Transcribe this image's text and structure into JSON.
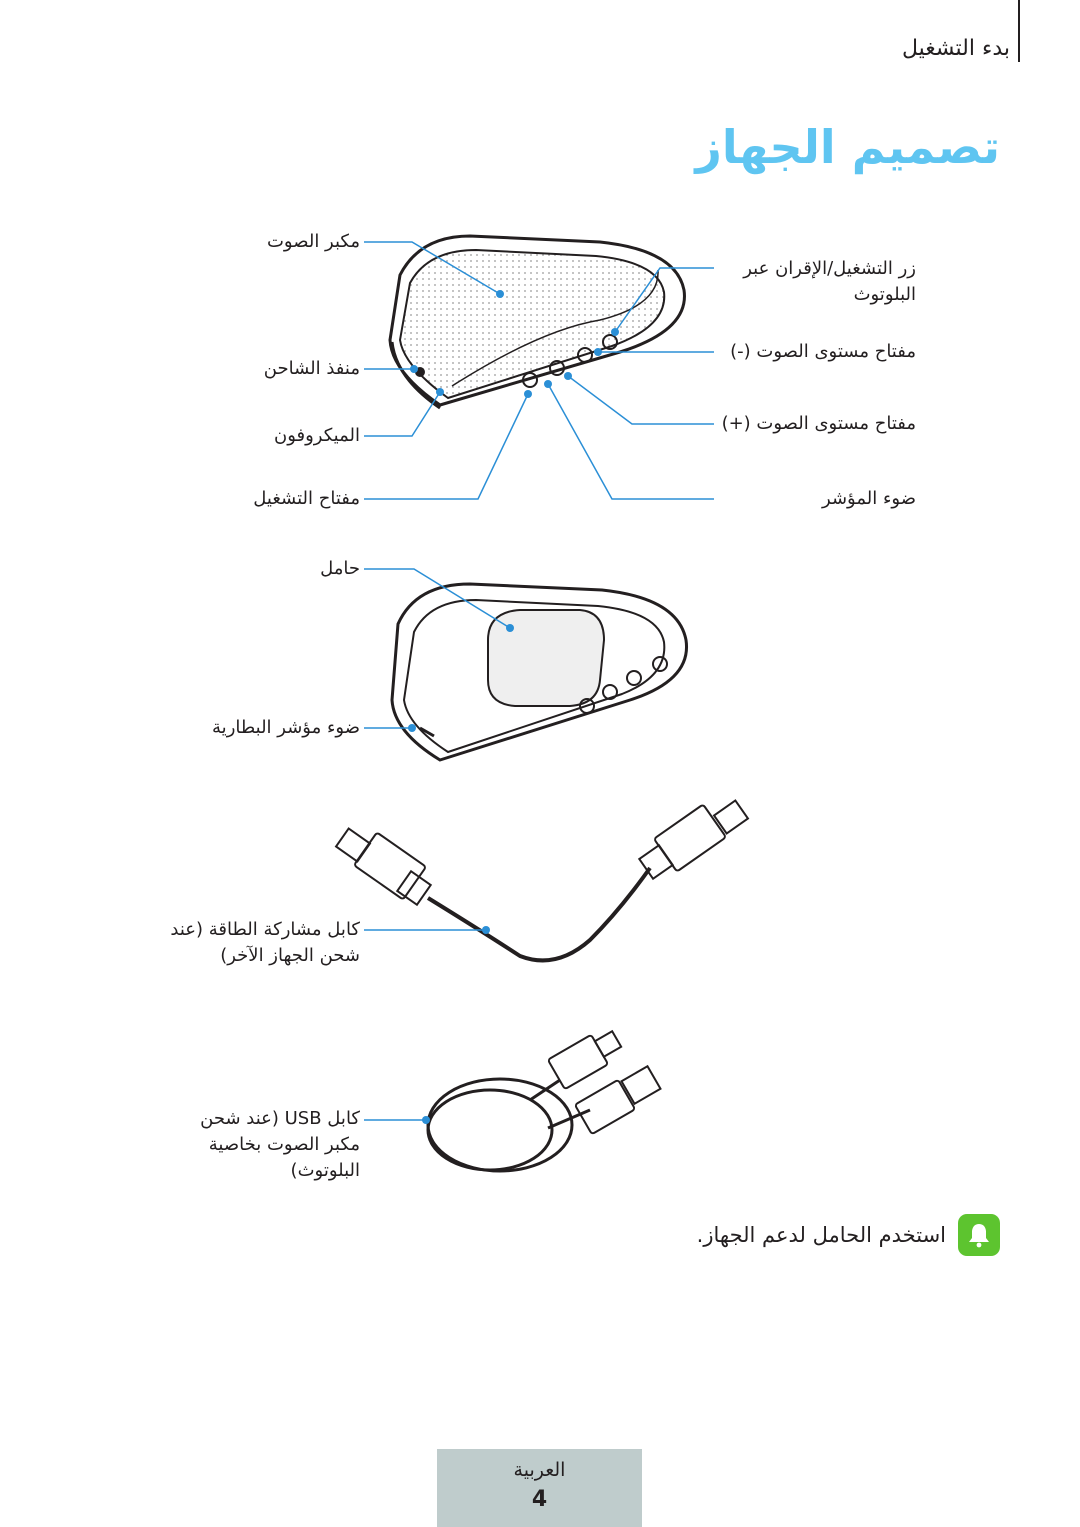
{
  "header": {
    "section": "بدء التشغيل",
    "title": "تصميم الجهاز"
  },
  "speaker_labels": {
    "speaker": "مكبر الصوت",
    "charger_port": "منفذ الشاحن",
    "microphone": "الميكروفون",
    "power_button": "مفتاح التشغيل",
    "bluetooth_button_line1": "زر التشغيل/الإقران عبر",
    "bluetooth_button_line2": "البلوتوث",
    "volume_down": "مفتاح مستوى الصوت (-)",
    "volume_up": "مفتاح مستوى الصوت (+)",
    "indicator": "ضوء المؤشر"
  },
  "back_labels": {
    "stand": "حامل",
    "battery_indicator": "ضوء مؤشر البطارية"
  },
  "cables": {
    "sharing_cable_line1": "كابل مشاركة الطاقة (عند",
    "sharing_cable_line2": "شحن الجهاز الآخر)",
    "usb_cable_line1": "كابل USB (عند شحن",
    "usb_cable_line2": "مكبر الصوت بخاصية",
    "usb_cable_line3": "البلوتوث)"
  },
  "note": {
    "text": "استخدم الحامل لدعم الجهاز.",
    "icon": "bell-icon",
    "icon_color": "#5dc42f"
  },
  "footer": {
    "language": "العربية",
    "page_number": "4"
  },
  "colors": {
    "title": "#5fc5f1",
    "callout": "#2b8fd6",
    "footer_tab": "#bfcccc"
  }
}
